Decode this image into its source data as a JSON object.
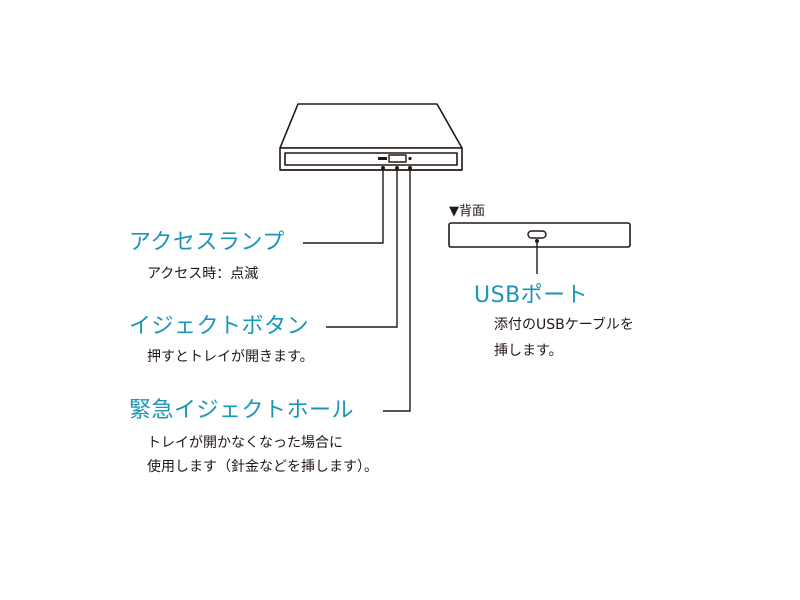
{
  "labels": {
    "access_lamp": {
      "title": "アクセスランプ",
      "desc": "アクセス時：点滅"
    },
    "eject_button": {
      "title": "イジェクトボタン",
      "desc": "押すとトレイが開きます。"
    },
    "emergency_eject": {
      "title": "緊急イジェクトホール",
      "desc_line1": "トレイが開かなくなった場合に",
      "desc_line2": "使用します（針金などを挿します）。"
    },
    "back_view": {
      "label": "▼背面"
    },
    "usb_port": {
      "title": "USBポート",
      "desc_line1": "添付のUSBケーブルを",
      "desc_line2": "挿します。"
    }
  },
  "colors": {
    "accent": "#1a96b7",
    "line": "#231815",
    "device_panel": "#ffffff"
  },
  "icons": {
    "back_marker": "triangle-down"
  }
}
